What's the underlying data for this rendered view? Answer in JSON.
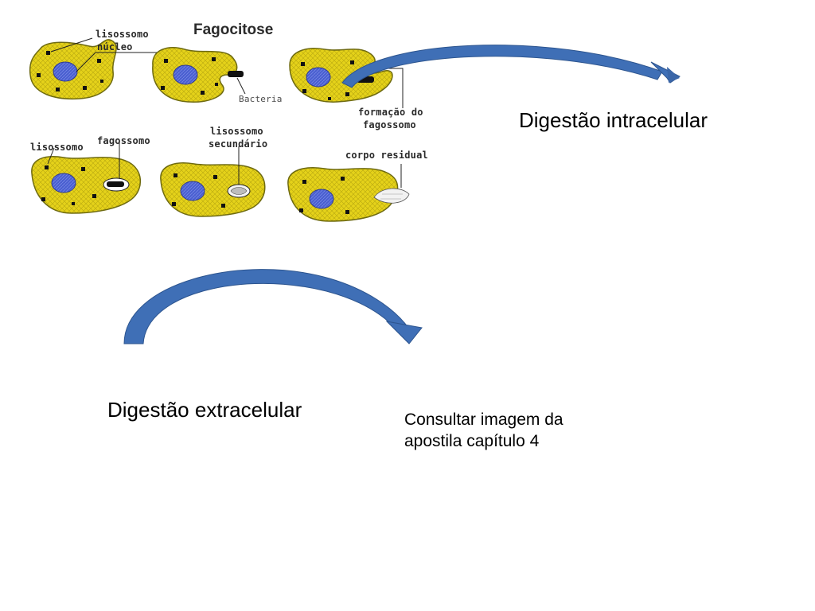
{
  "figure": {
    "title": "Fagocitose",
    "labels": {
      "lisossomo_1": "lisossomo",
      "nucleo": "núcleo",
      "bacteria": "Bacteria",
      "formacao_line1": "formação do",
      "formacao_line2": "fagossomo",
      "lisossomo_2": "lisossomo",
      "fagossomo": "fagossomo",
      "secundario_line1": "lisossomo",
      "secundario_line2": "secundário",
      "corpo_residual": "corpo residual"
    }
  },
  "headings": {
    "intracelular": "Digestão intracelular",
    "extracelular": "Digestão extracelular"
  },
  "note": {
    "line1": "Consultar imagem da",
    "line2": "apostila capítulo 4"
  },
  "colors": {
    "cell_fill": "#e5d21a",
    "cell_stroke": "#6e6a10",
    "nucleus": "#4a5fd0",
    "arrow": "#3f6fb6",
    "arrow_edge": "#2d558f"
  }
}
